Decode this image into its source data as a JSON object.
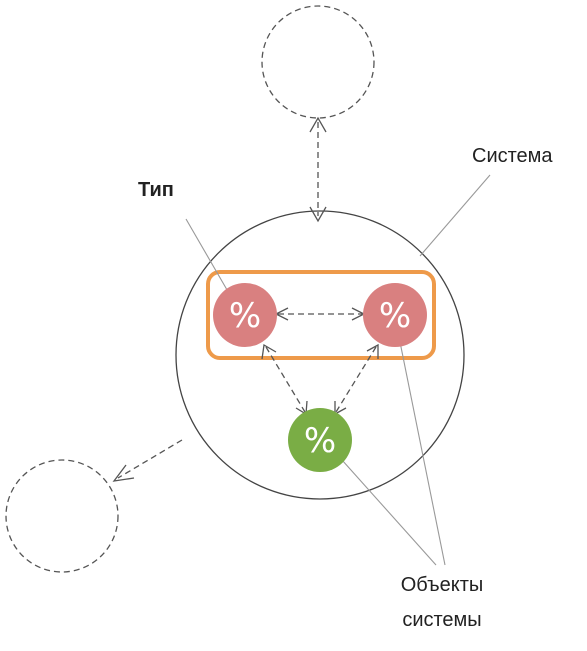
{
  "labels": {
    "system": "Система",
    "type": "Тип",
    "objects_line1": "Объекты",
    "objects_line2": "системы"
  },
  "nodes": {
    "type_object_left": {
      "symbol": "%"
    },
    "type_object_right": {
      "symbol": "%"
    },
    "system_object_bottom": {
      "symbol": "%"
    }
  },
  "colors": {
    "type_object": "#d98080",
    "system_object": "#7aad45",
    "type_outline": "#ee9a4a",
    "circle_stroke": "#444444",
    "dashed_stroke": "#555555"
  }
}
